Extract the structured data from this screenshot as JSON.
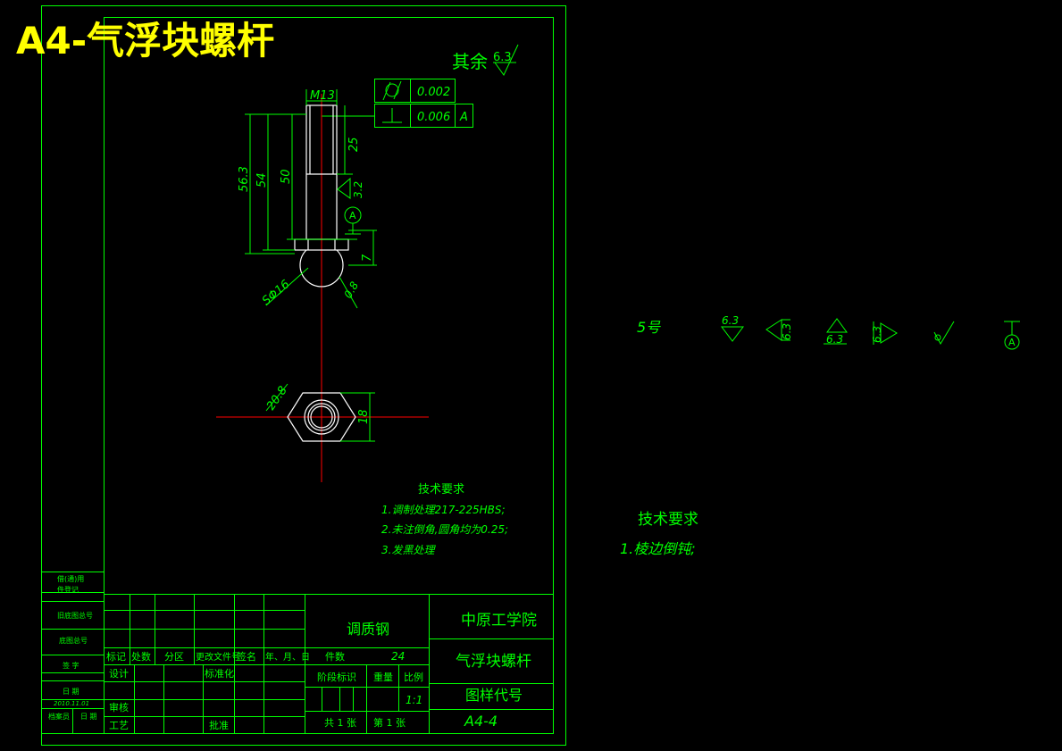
{
  "title": "A4-气浮块螺杆",
  "surface_finish_note": "其余",
  "surface_finish_value": "6.3",
  "dimensions": {
    "thread": "M13",
    "len_563": "56.3",
    "len_54": "54",
    "len_50": "50",
    "len_25": "25",
    "len_7": "7",
    "ra_shank": "3.2",
    "ra_ball": "0.8",
    "sphere": "SΦ16",
    "hex_across_corners": "20.8",
    "hex_across_flats": "18"
  },
  "datum_label": "A",
  "tolerance_frames": [
    {
      "symbol": "cylindricity",
      "value": "0.002",
      "datum": ""
    },
    {
      "symbol": "perpendicularity",
      "value": "0.006",
      "datum": "A"
    }
  ],
  "tech_req": {
    "heading": "技术要求",
    "items": [
      "1.调制处理217-225HBS;",
      "2.未注倒角,圆角均为0.25;",
      "3.发黑处理"
    ]
  },
  "side_notes": {
    "label_5": "5号",
    "heading": "技术要求",
    "item": "1.棱边倒钝;",
    "symbol_values": [
      "6.3",
      "6.3",
      "6.3",
      "6.3"
    ]
  },
  "left_strip": [
    "借(通)用",
    "件登记",
    "旧底图总号",
    "底图总号",
    "签 字",
    "日 期",
    "2010.11.01",
    "档案员",
    "日 期"
  ],
  "title_block": {
    "material": "调质钢",
    "school": "中原工学院",
    "part_name": "气浮块螺杆",
    "drawing_no_label": "图样代号",
    "drawing_no": "A4-4",
    "qty_label": "件数",
    "qty": "24",
    "stage_label": "阶段标识",
    "weight_label": "重量",
    "scale_label": "比例",
    "scale": "1:1",
    "sheets": "共 1 张",
    "sheet_no": "第 1 张",
    "rev_headers": [
      "标记",
      "处数",
      "分区",
      "更改文件号",
      "签名",
      "年、月、日"
    ],
    "design": "设计",
    "standardize": "标准化",
    "review": "审核",
    "process": "工艺",
    "approve": "批准"
  }
}
